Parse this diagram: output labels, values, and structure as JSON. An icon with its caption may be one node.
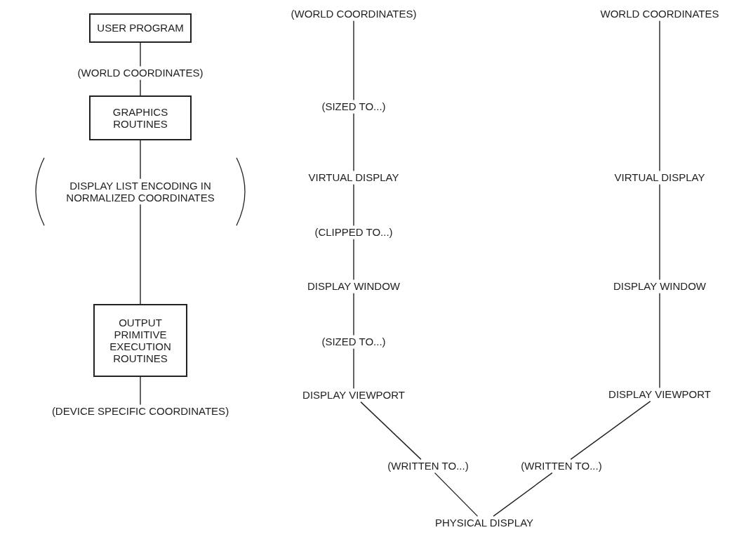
{
  "diagram": {
    "nodes": [
      {
        "text": [
          "USER PROGRAM"
        ]
      },
      {
        "text": [
          "(WORLD COORDINATES)"
        ]
      },
      {
        "text": [
          "GRAPHICS ROUTINES"
        ]
      },
      {
        "text": [
          "DISPLAY LIST ENCODING IN NORMALIZED COORDINATES"
        ]
      },
      {
        "text": [
          "OUTPUT PRIMITIVE EXECUTION ROUTINES"
        ]
      },
      {
        "text": [
          "(DEVICE SPECIFIC COORDINATES)"
        ]
      },
      {
        "text": [
          "(WORLD COORDINATES)"
        ]
      },
      {
        "text": [
          "(SIZED TO...)"
        ]
      },
      {
        "text": [
          "VIRTUAL DISPLAY"
        ]
      },
      {
        "text": [
          "(CLIPPED TO...)"
        ]
      },
      {
        "text": [
          "DISPLAY WINDOW"
        ]
      },
      {
        "text": [
          "(SIZED TO...)"
        ]
      },
      {
        "text": [
          "DISPLAY VIEWPORT"
        ]
      },
      {
        "text": [
          "(WRITTEN TO...)"
        ]
      },
      {
        "text": [
          "WORLD COORDINATES"
        ]
      },
      {
        "text": [
          "VIRTUAL DISPLAY"
        ]
      },
      {
        "text": [
          "DISPLAY WINDOW"
        ]
      },
      {
        "text": [
          "DISPLAY VIEWPORT"
        ]
      },
      {
        "text": [
          "(WRITTEN TO...)"
        ]
      },
      {
        "text": [
          "PHYSICAL DISPLAY"
        ]
      }
    ],
    "edges": [
      {
        "from": 0,
        "to": 1,
        "arrow": "none"
      },
      {
        "from": 1,
        "to": 2,
        "arrow": "none"
      },
      {
        "from": 2,
        "to": 3,
        "arrow": "none"
      },
      {
        "from": 3,
        "to": 4,
        "arrow": "none"
      },
      {
        "from": 4,
        "to": 5,
        "arrow": "none"
      },
      {
        "from": 6,
        "to": 7,
        "arrow": "none"
      },
      {
        "from": 7,
        "to": 8,
        "arrow": "none"
      },
      {
        "from": 8,
        "to": 9,
        "arrow": "none"
      },
      {
        "from": 9,
        "to": 10,
        "arrow": "none"
      },
      {
        "from": 10,
        "to": 11,
        "arrow": "none"
      },
      {
        "from": 11,
        "to": 12,
        "arrow": "none"
      },
      {
        "from": 12,
        "to": 13,
        "arrow": "none"
      },
      {
        "from": 13,
        "to": 19,
        "arrow": "none"
      },
      {
        "from": 14,
        "to": 15,
        "arrow": "none"
      },
      {
        "from": 15,
        "to": 16,
        "arrow": "none"
      },
      {
        "from": 16,
        "to": 17,
        "arrow": "none"
      },
      {
        "from": 17,
        "to": 18,
        "arrow": "none"
      },
      {
        "from": 18,
        "to": 19,
        "arrow": "none"
      }
    ]
  }
}
